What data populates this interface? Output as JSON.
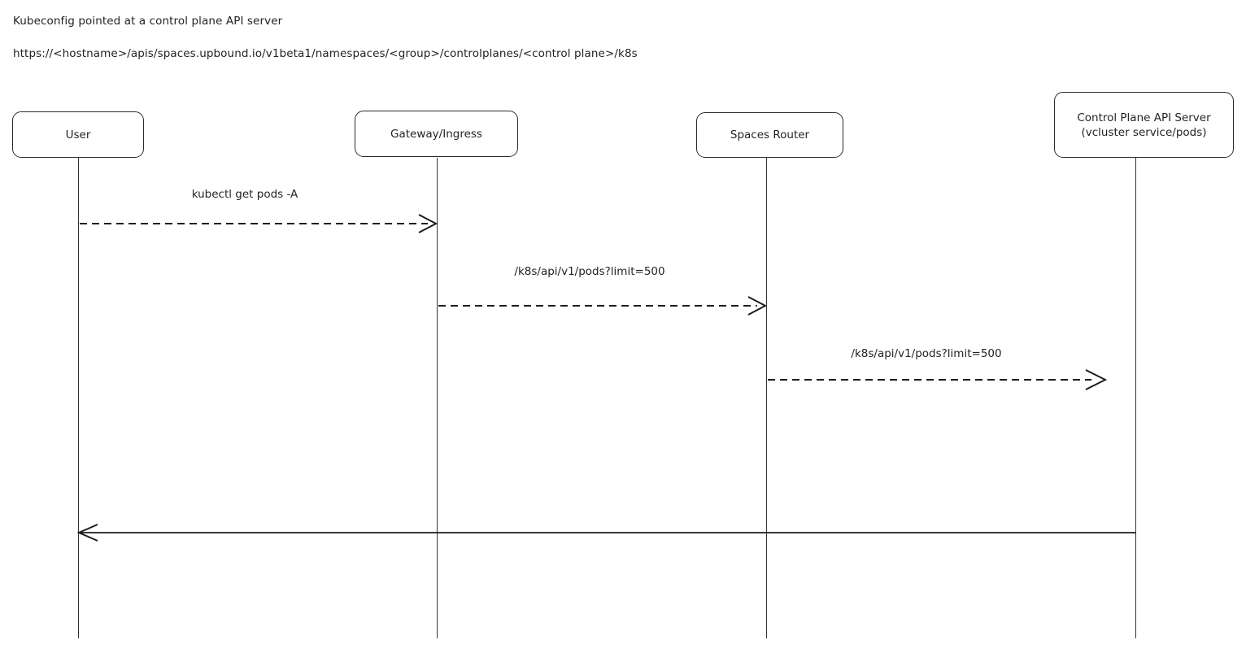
{
  "notes": [
    "Kubeconfig pointed at a control plane API server",
    "https://<hostname>/apis/spaces.upbound.io/v1beta1/namespaces/<group>/controlplanes/<control plane>/k8s"
  ],
  "participants": [
    {
      "name": "User",
      "label": "User"
    },
    {
      "name": "Gateway/Ingress",
      "label": "Gateway/Ingress"
    },
    {
      "name": "Spaces Router",
      "label": "Spaces Router"
    },
    {
      "name": "Control Plane API Server",
      "label": "Control Plane API Server\n(vcluster service/pods)"
    }
  ],
  "messages": [
    {
      "label": "kubectl get pods -A",
      "from": "User",
      "to": "Gateway/Ingress",
      "style": "dashed",
      "direction": "right"
    },
    {
      "label": "/k8s/api/v1/pods?limit=500",
      "from": "Gateway/Ingress",
      "to": "Spaces Router",
      "style": "dashed",
      "direction": "right"
    },
    {
      "label": "/k8s/api/v1/pods?limit=500",
      "from": "Spaces Router",
      "to": "Control Plane API Server",
      "style": "dashed",
      "direction": "right"
    },
    {
      "label": "",
      "from": "Control Plane API Server",
      "to": "User",
      "style": "solid",
      "direction": "left"
    }
  ],
  "colors": {
    "stroke": "#1d1d1d",
    "box_border": "#2b2b2b",
    "background": "#ffffff",
    "text": "#20242a"
  }
}
